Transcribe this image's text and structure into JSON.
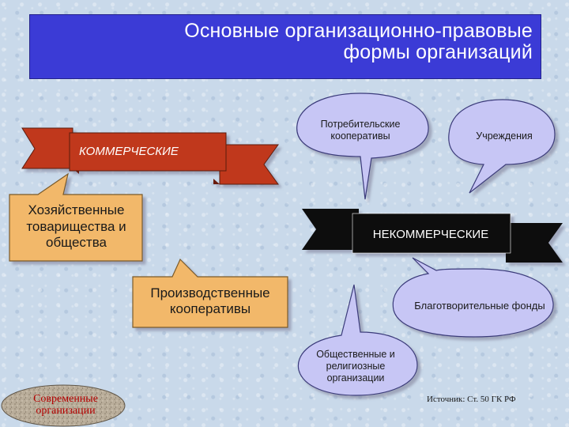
{
  "title": {
    "line1": "Основные организационно-правовые",
    "line2": "формы организаций"
  },
  "commercial": {
    "label": "КОММЕРЧЕСКИЕ",
    "items": [
      "Хозяйственные товарищества и общества",
      "Производственные кооперативы"
    ]
  },
  "noncommercial": {
    "label": "НЕКОММЕРЧЕСКИЕ",
    "items": [
      "Потребительские кооперативы",
      "Учреждения",
      "Благотворительные фонды",
      "Общественные и религиозные организации"
    ]
  },
  "footer": {
    "badge": "Современные организации",
    "source": "Источник: Ст. 50 ГК РФ"
  },
  "colors": {
    "title_bg": "#3b3bd6",
    "commercial_ribbon": "#c0391b",
    "noncommercial_ribbon": "#0a0a0a",
    "commercial_box": "#f2b86a",
    "noncommercial_bubble": "#c7c6f5"
  }
}
